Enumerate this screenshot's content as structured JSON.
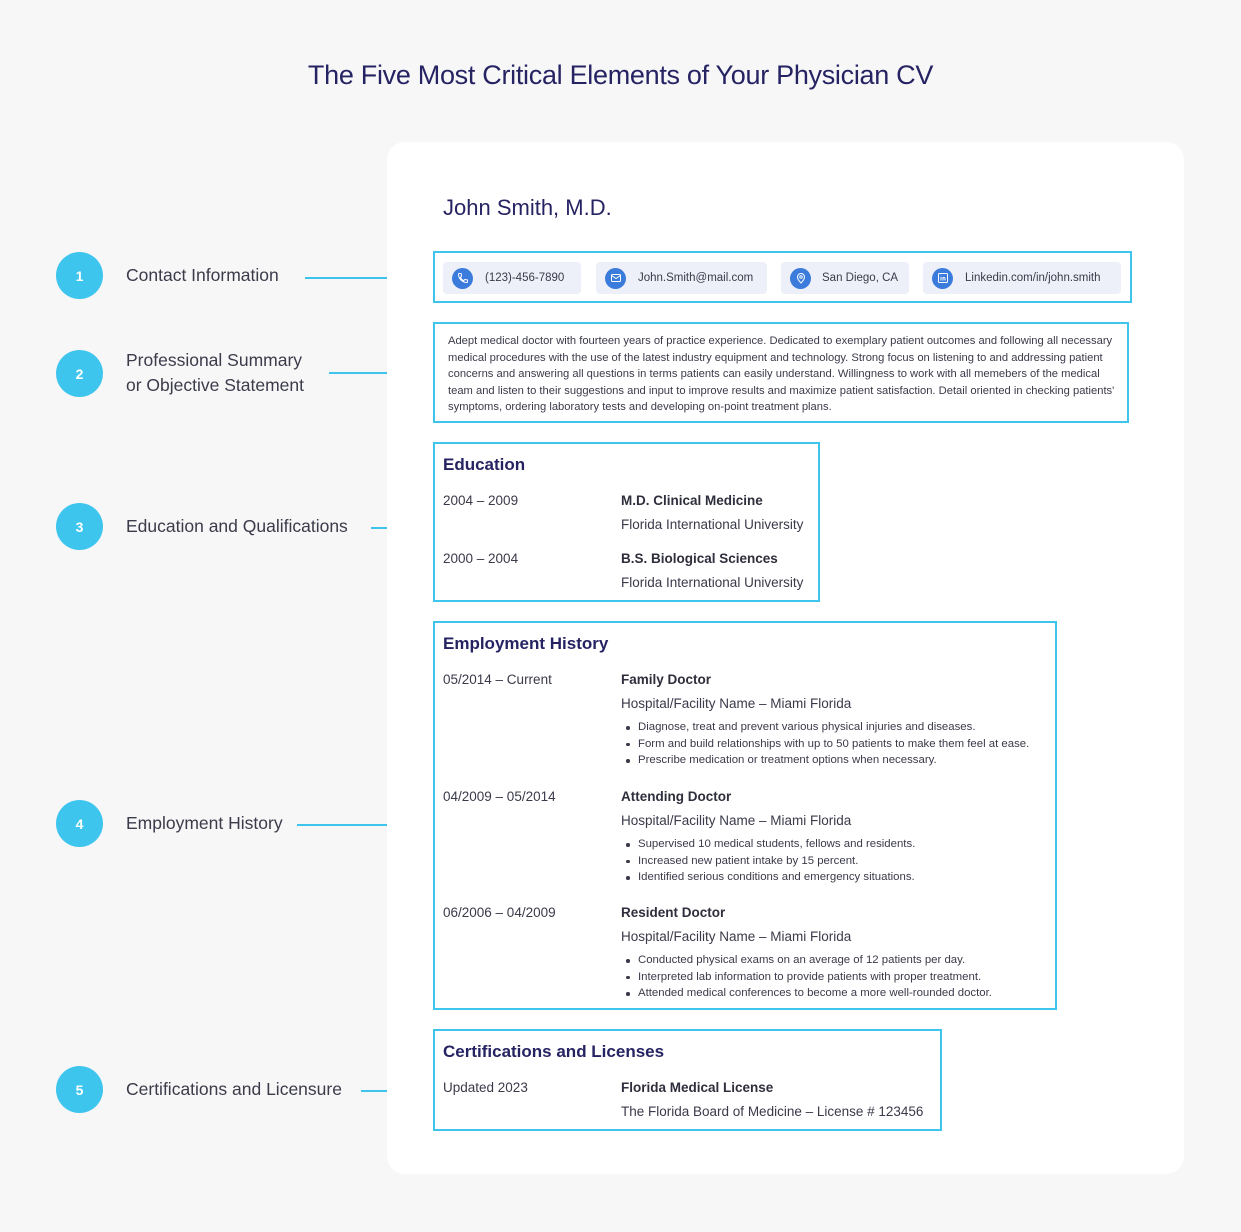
{
  "title": "The Five Most Critical Elements of Your Physician CV",
  "labels": [
    {
      "num": "1",
      "text": "Contact Information"
    },
    {
      "num": "2",
      "line1": "Professional Summary",
      "line2": "or Objective Statement"
    },
    {
      "num": "3",
      "text": "Education and Qualifications"
    },
    {
      "num": "4",
      "text": "Employment History"
    },
    {
      "num": "5",
      "text": "Certifications and Licensure"
    }
  ],
  "cv": {
    "name": "John Smith, M.D.",
    "contact": [
      {
        "icon": "phone-icon",
        "text": "(123)-456-7890"
      },
      {
        "icon": "mail-icon",
        "text": "John.Smith@mail.com"
      },
      {
        "icon": "location-pin-icon",
        "text": "San Diego, CA"
      },
      {
        "icon": "linkedin-icon",
        "text": "Linkedin.com/in/john.smith"
      }
    ],
    "summary": "Adept medical doctor with fourteen years of practice experience. Dedicated to exemplary patient outcomes and following all necessary medical procedures with the use of the latest industry equipment and technology. Strong focus on listening to and addressing patient concerns and answering all questions in terms patients can easily understand. Willingness to work with all memebers of the medical team and listen to their suggestions and input to improve results and maximize patient satisfaction. Detail oriented in checking patients' symptoms, ordering laboratory tests and developing on-point treatment plans.",
    "education": {
      "title": "Education",
      "items": [
        {
          "dates": "2004 – 2009",
          "degree": "M.D. Clinical Medicine",
          "school": "Florida International University"
        },
        {
          "dates": "2000 – 2004",
          "degree": "B.S. Biological Sciences",
          "school": "Florida International University"
        }
      ]
    },
    "employment": {
      "title": "Employment History",
      "items": [
        {
          "dates": "05/2014 – Current",
          "role": "Family Doctor",
          "place": "Hospital/Facility Name – Miami Florida",
          "bullets": [
            "Diagnose, treat and prevent various physical injuries and diseases.",
            "Form and build relationships with up to 50 patients to make them feel at ease.",
            "Prescribe medication or treatment options when necessary."
          ]
        },
        {
          "dates": "04/2009 – 05/2014",
          "role": "Attending Doctor",
          "place": "Hospital/Facility Name – Miami Florida",
          "bullets": [
            "Supervised 10 medical students, fellows and residents.",
            "Increased new patient intake by 15 percent.",
            "Identified serious conditions and emergency situations."
          ]
        },
        {
          "dates": "06/2006 – 04/2009",
          "role": "Resident Doctor",
          "place": "Hospital/Facility Name – Miami Florida",
          "bullets": [
            "Conducted physical exams on an average of 12 patients per day.",
            "Interpreted lab information to provide patients with proper treatment.",
            "Attended medical conferences to become a more well-rounded doctor."
          ]
        }
      ]
    },
    "certifications": {
      "title": "Certifications and Licenses",
      "dates": "Updated 2023",
      "name": "Florida Medical License",
      "detail": "The Florida Board of Medicine  – License # 123456"
    }
  },
  "colors": {
    "accent": "#3ec5ee",
    "title": "#262363",
    "icon_blue": "#3a7bdc",
    "chip_bg": "#edf0f8"
  }
}
